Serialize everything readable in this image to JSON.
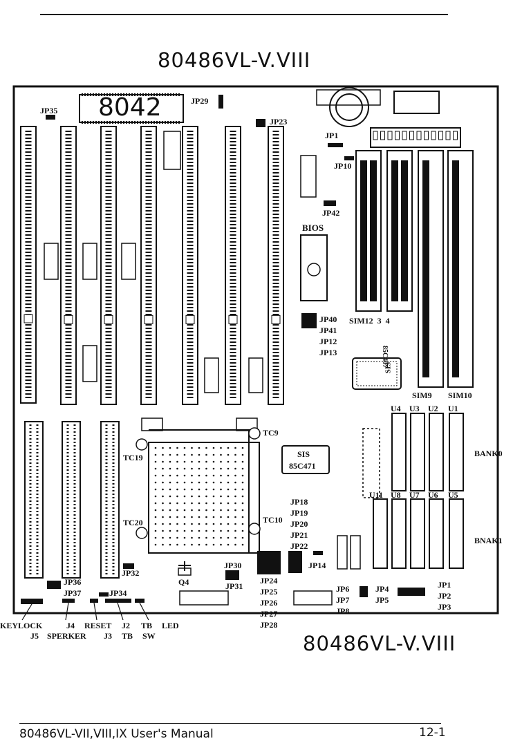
{
  "header": {
    "title_top": "80486VL-V.VIII",
    "title_bottom": "80486VL-V.VIII"
  },
  "chips": {
    "kbd": "8042",
    "bios": "BIOS",
    "sis_a_1": "SIS",
    "sis_a_2": "85C407",
    "sis_b_1": "SIS",
    "sis_b_2": "85C471"
  },
  "jumpers": {
    "jp35": "JP35",
    "jp29": "JP29",
    "jp23": "JP23",
    "jp1_top": "JP1",
    "jp10": "JP10",
    "jp42": "JP42",
    "jp40_13": [
      "JP40",
      "JP41",
      "JP12",
      "JP13"
    ],
    "jp18_22": [
      "JP18",
      "JP19",
      "JP20",
      "JP21",
      "JP22"
    ],
    "jp24_28": [
      "JP24",
      "JP25",
      "JP26",
      "JP27",
      "JP28"
    ],
    "jp30": "JP30",
    "jp31": "JP31",
    "jp32": "JP32",
    "jp14": "JP14",
    "jp36": "JP36",
    "jp37": "JP37",
    "jp34": "JP34",
    "jp6_8": [
      "JP6",
      "JP7",
      "JP8"
    ],
    "jp4": "JP4",
    "jp5": "JP5",
    "jp1_3": [
      "JP1",
      "JP2",
      "JP3"
    ]
  },
  "components": {
    "tc9": "TC9",
    "tc10": "TC10",
    "tc19": "TC19",
    "tc20": "TC20",
    "q4": "Q4"
  },
  "simm": {
    "sim12_row": "SIM12  3  4",
    "sim9": "SIM9",
    "sim10": "SIM10"
  },
  "banks": {
    "bank0": "BANK0",
    "bank1": "BNAK1",
    "row0": [
      "U4",
      "U3",
      "U2",
      "U1"
    ],
    "row1": [
      "U11",
      "U8",
      "U7",
      "U6",
      "U5"
    ]
  },
  "connectors": {
    "keylock": "KEYLOCK",
    "j5": "J5",
    "j4": "J4",
    "sperker": "SPERKER",
    "reset": "RESET",
    "j3": "J3",
    "j2": "J2",
    "tb1": "TB",
    "tb2": "TB",
    "led": "LED",
    "sw": "SW"
  },
  "footer": {
    "manual": "80486VL-VII,VIII,IX User's Manual",
    "page": "12-1"
  }
}
